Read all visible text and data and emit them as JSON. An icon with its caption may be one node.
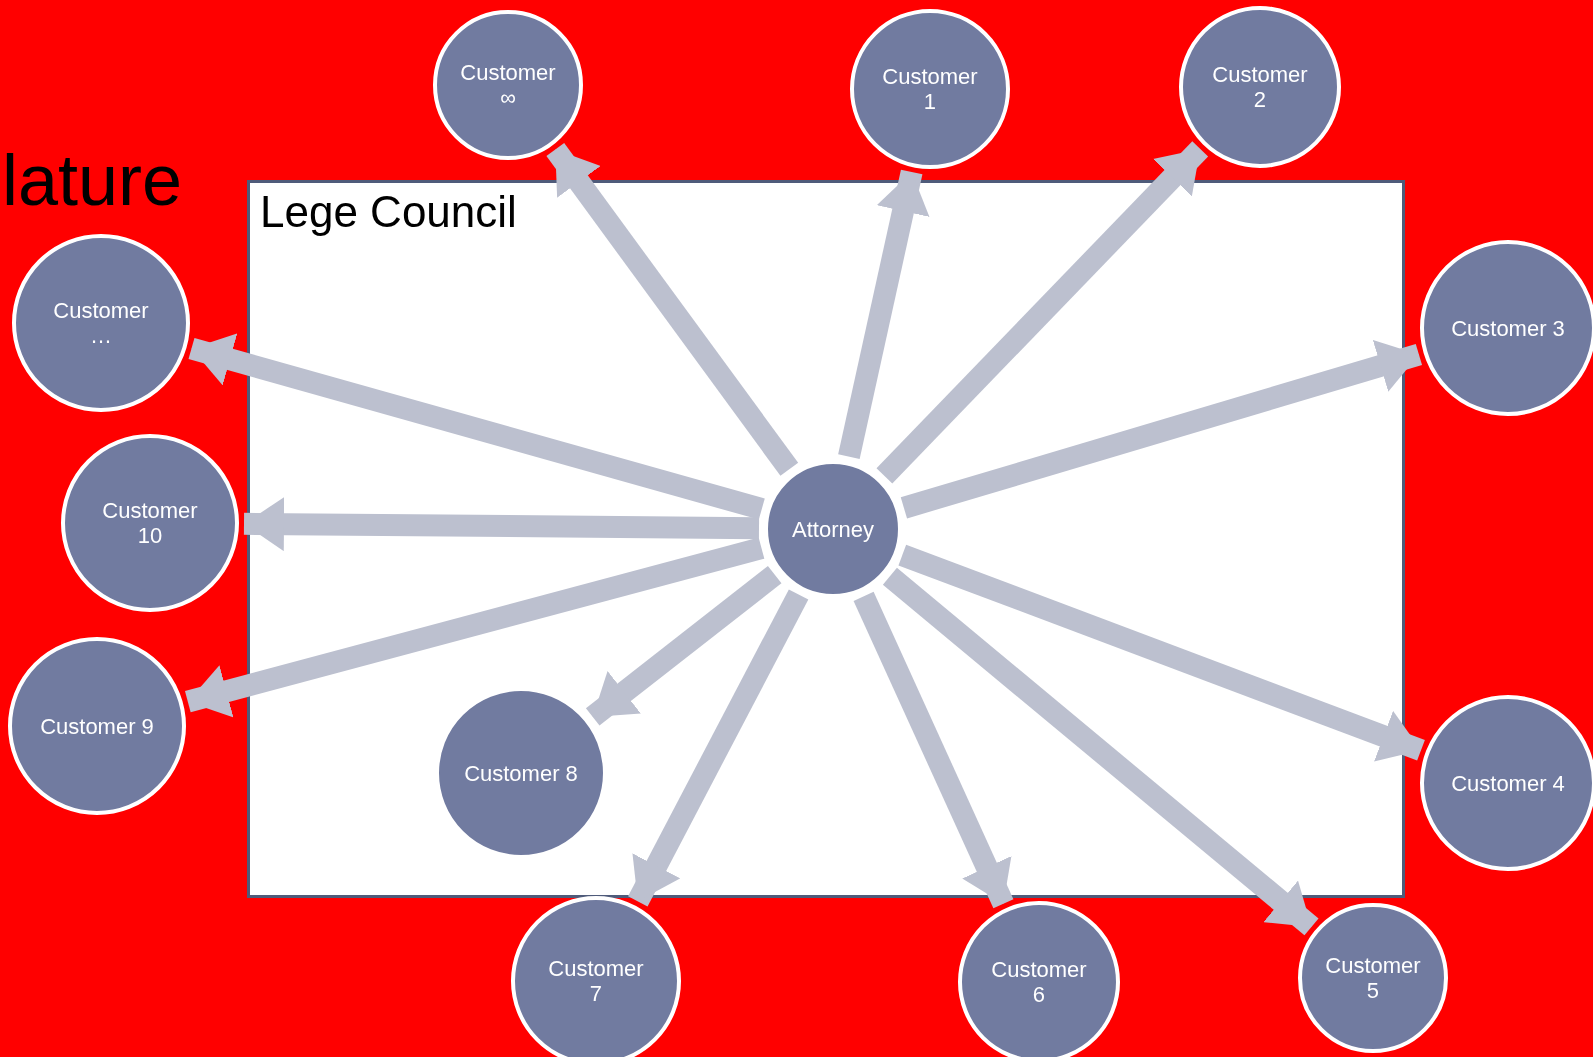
{
  "diagram": {
    "nodes": [
      {
        "text": [
          "Customer ∞"
        ]
      },
      {
        "text": [
          "Customer 1"
        ]
      },
      {
        "text": [
          "Customer 2"
        ]
      },
      {
        "text": [
          "Lege Council"
        ]
      },
      {
        "text": [
          "Attorney"
        ],
        "in": 3
      },
      {
        "text": [
          "Customer …"
        ]
      },
      {
        "text": [
          "Customer 3"
        ]
      },
      {
        "text": [
          "Customer 10"
        ]
      },
      {
        "text": [
          "Customer 9"
        ]
      },
      {
        "text": [
          "Customer 4"
        ]
      },
      {
        "text": [
          "Customer 8"
        ],
        "in": 3
      },
      {
        "text": [
          "Customer 7"
        ]
      },
      {
        "text": [
          "Customer 6"
        ]
      },
      {
        "text": [
          "Customer 5"
        ]
      }
    ],
    "edges": [
      {
        "from": 4,
        "to": 0,
        "arrow": "to"
      },
      {
        "from": 4,
        "to": 1,
        "arrow": "to"
      },
      {
        "from": 4,
        "to": 2,
        "arrow": "to"
      },
      {
        "from": 4,
        "to": 6,
        "arrow": "to"
      },
      {
        "from": 4,
        "to": 9,
        "arrow": "to"
      },
      {
        "from": 4,
        "to": 13,
        "arrow": "to"
      },
      {
        "from": 4,
        "to": 12,
        "arrow": "to"
      },
      {
        "from": 4,
        "to": 11,
        "arrow": "to"
      },
      {
        "from": 4,
        "to": 10,
        "arrow": "to"
      },
      {
        "from": 4,
        "to": 8,
        "arrow": "to"
      },
      {
        "from": 4,
        "to": 7,
        "arrow": "to"
      },
      {
        "from": 4,
        "to": 5,
        "arrow": "to"
      }
    ],
    "labels": [
      "lature"
    ]
  }
}
